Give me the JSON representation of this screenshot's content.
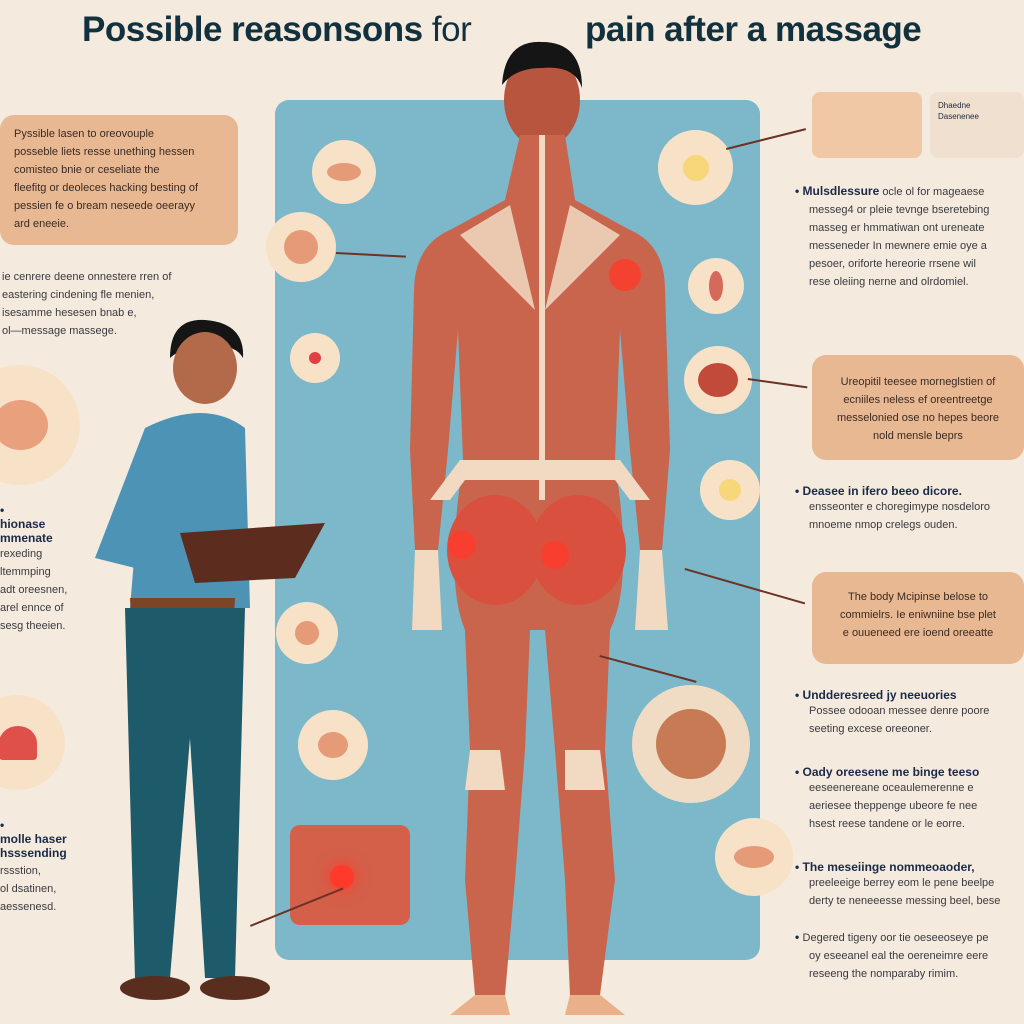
{
  "title": {
    "part1": "Possible reasonsons",
    "part2": "for",
    "part3": "pain after a massage"
  },
  "left": {
    "box1": [
      "Pyssible lasen to oreovouple",
      "posseble liets resse unething hessen",
      "comisteo bnie or ceseliate the",
      "fleefitg or deoleces hacking besting of",
      "pessien fe o bream neseede oeerayy",
      "ard eneeie."
    ],
    "para1": [
      "ie cenrere deene onnestere rren of",
      "eastering cindening fle menien,",
      "isesamme hesesen bnab e,",
      "ol—message massege."
    ],
    "heading1": [
      "hionase",
      "mmenate"
    ],
    "para2": [
      "rexeding",
      "ltemmping",
      "adt oreesnen,",
      "arel ennce of",
      "sesg theeien."
    ],
    "heading2": [
      "molle haser",
      "hsssending"
    ],
    "para3": [
      "rssstion,",
      "ol dsatinen,",
      "aessenesd."
    ]
  },
  "right": {
    "top_label": [
      "Dhaedne",
      "Dasenenee"
    ],
    "item1": {
      "heading": "Mulsdlessure",
      "lines": [
        "ocle ol for mageaese",
        "messeg4 or pleie tevnge bseretebing",
        "masseg er hmmatiwan ont ureneate",
        "messeneder In mewnere emie oye a",
        "pesoer, oriforte hereorie rrsene wil",
        "rese oleiing nerne and olrdomiel."
      ]
    },
    "box1": [
      "Ureopitil teesee morneglstien of",
      "ecniiles neless ef oreentreetge",
      "messelonied ose no hepes beore",
      "nold mensle beprs"
    ],
    "item2": {
      "heading": "Deasee in ifero beeo dicore.",
      "lines": [
        "ensseonter e choregimype nosdeloro",
        "mnoeme nmop crelegs ouden."
      ]
    },
    "box2": [
      "The body Mcipinse belose to",
      "commielrs. Ie eniwniine bse plet",
      "e ouueneed ere ioend oreeatte"
    ],
    "item3": {
      "heading": "Undderesreed jy neeuories",
      "lines": [
        "Possee odooan messee denre poore",
        "seeting excese oreeoner."
      ]
    },
    "item4": {
      "heading": "Oady oreesene me binge teeso",
      "lines": [
        "eeseenereane oceaulemerenne e",
        "aeriesee theppenge ubeore fe nee",
        "hsest reese tandene or le eorre."
      ]
    },
    "item5": {
      "heading": "The meseiinge nommeoaoder,",
      "lines": [
        "preeleeige berrey eom le pene beelpe",
        "derty te neneeesse messing beel, bese"
      ]
    },
    "item6": {
      "lines": [
        "Degered tigeny oor tie oeseeoseye pe",
        "oy eseeanel eal the oereneimre eere",
        "reseeng the nomparaby rimim."
      ]
    }
  },
  "colors": {
    "panel": "#7cb8c9",
    "muscle": "#c9654c",
    "box": "#e8b892",
    "pain": "#ff3a2a",
    "shirt": "#4d93b5"
  }
}
